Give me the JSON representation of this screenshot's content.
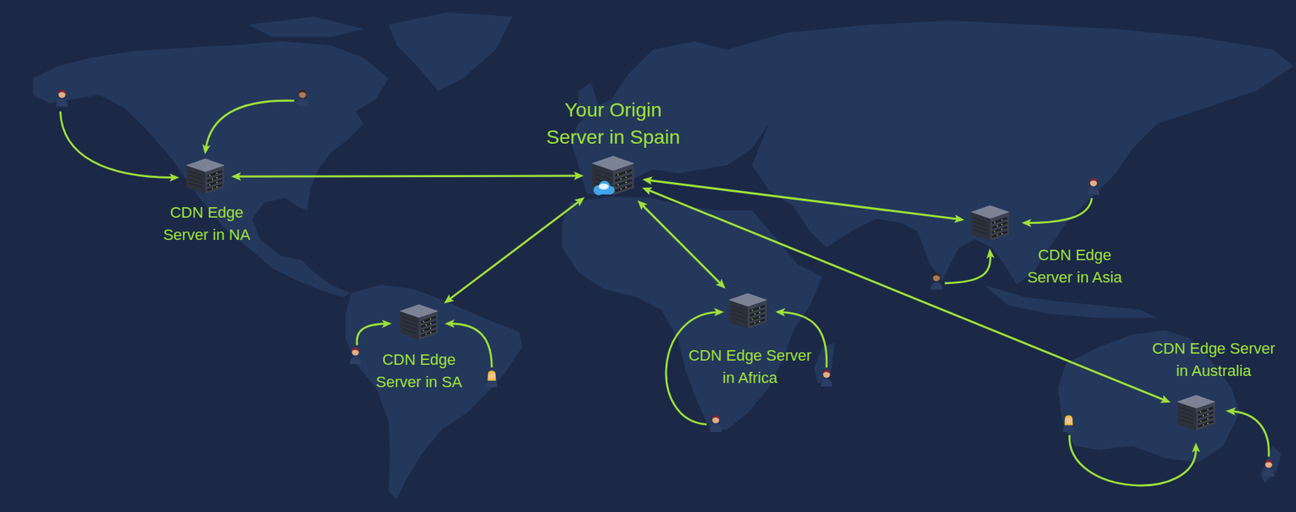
{
  "diagram": {
    "nodes": [
      {
        "text": [
          "Your Origin Server in Spain"
        ]
      },
      {
        "text": [
          "CDN Edge Server in NA"
        ]
      },
      {
        "text": [
          "CDN Edge Server in SA"
        ]
      },
      {
        "text": [
          "CDN Edge Server in Africa"
        ]
      },
      {
        "text": [
          "CDN Edge Server in Asia"
        ]
      },
      {
        "text": [
          "CDN Edge Server in Australia"
        ]
      }
    ],
    "edges": [
      {
        "from": 0,
        "to": 1,
        "arrow": "both"
      },
      {
        "from": 0,
        "to": 2,
        "arrow": "both"
      },
      {
        "from": 0,
        "to": 3,
        "arrow": "both"
      },
      {
        "from": 0,
        "to": 4,
        "arrow": "both"
      },
      {
        "from": 0,
        "to": 5,
        "arrow": "both"
      }
    ]
  }
}
